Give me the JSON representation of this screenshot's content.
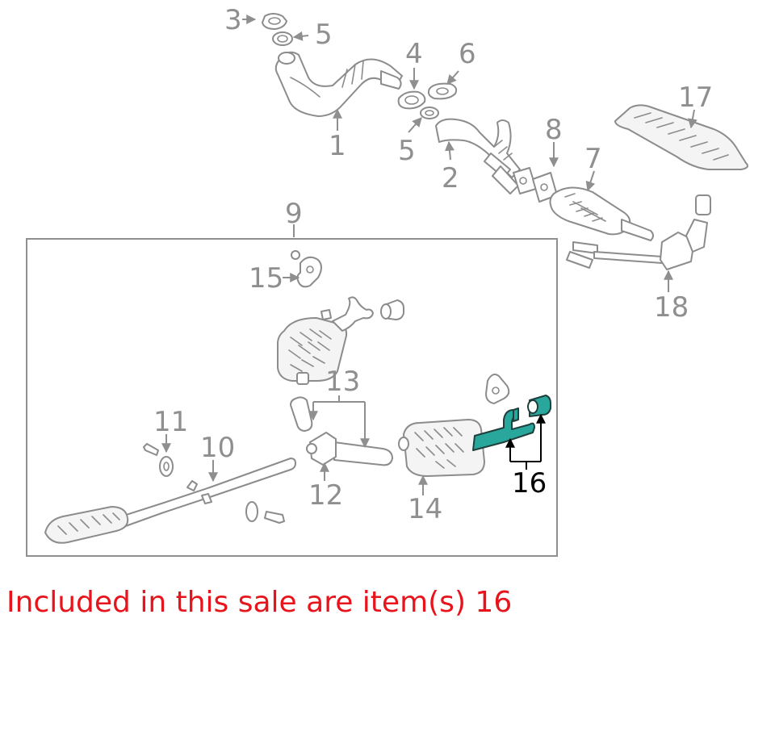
{
  "callouts": {
    "c1": "1",
    "c2": "2",
    "c3": "3",
    "c4": "4",
    "c5a": "5",
    "c5b": "5",
    "c6": "6",
    "c7": "7",
    "c8": "8",
    "c9": "9",
    "c10": "10",
    "c11": "11",
    "c12": "12",
    "c13": "13",
    "c14": "14",
    "c15": "15",
    "c16": "16",
    "c17": "17",
    "c18": "18"
  },
  "highlighted_item": "16",
  "sale_note": "Included in this sale are item(s) 16",
  "colors": {
    "highlight_fill": "#2aa79d",
    "note_text": "#e8141c",
    "line_art": "#8c8c8c"
  }
}
